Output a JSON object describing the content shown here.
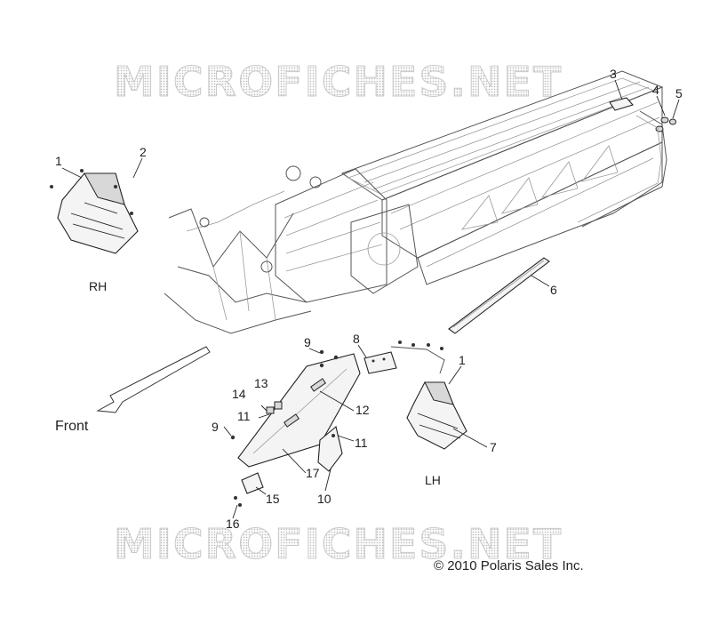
{
  "watermark": {
    "top_text": "MICROFICHES.NET",
    "bottom_text": "MICROFICHES.NET"
  },
  "side_labels": {
    "rh": "RH",
    "lh": "LH"
  },
  "direction": {
    "label": "Front",
    "icon": "arrow-down-left-icon"
  },
  "copyright": "© 2010 Polaris Sales Inc.",
  "callouts": {
    "c1_rh": "1",
    "c2": "2",
    "c3": "3",
    "c4": "4",
    "c5": "5",
    "c6": "6",
    "c8": "8",
    "c9_top": "9",
    "c1_lh": "1",
    "c13": "13",
    "c14": "14",
    "c11_left": "11",
    "c12": "12",
    "c9_left": "9",
    "c11_right": "11",
    "c7": "7",
    "c17": "17",
    "c10": "10",
    "c15": "15",
    "c16": "16"
  },
  "colors": {
    "line": "#222222",
    "frame_line": "#555555",
    "watermark": "#c9c9c9"
  }
}
